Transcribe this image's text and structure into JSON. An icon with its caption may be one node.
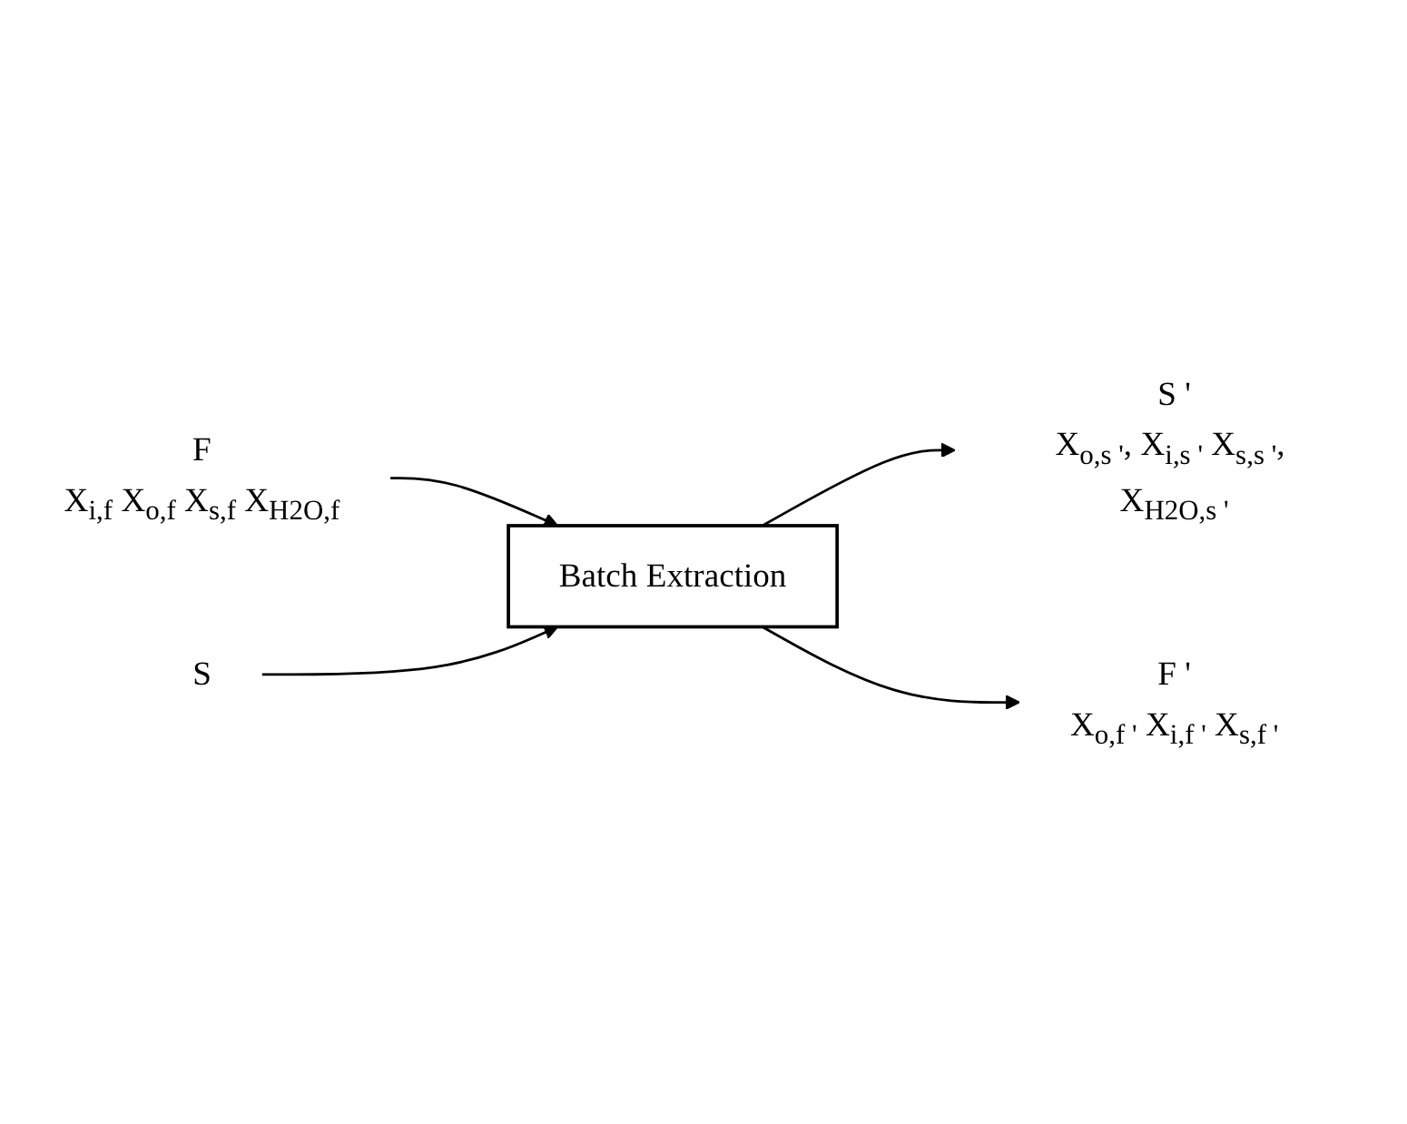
{
  "diagram": {
    "nodes": [
      {
        "text": [
          "F",
          "X$_{i,f}$ X$_{o,f}$ X$_{s,f}$ X$_{H2O,f}$"
        ]
      },
      {
        "text": [
          "S"
        ]
      },
      {
        "text": [
          "Batch Extraction"
        ]
      },
      {
        "text": [
          "S '",
          "X$_{o,s '}$, X$_{i,s '}$ X$_{s,s '}$, X$_{H2O,s '}$"
        ]
      },
      {
        "text": [
          "F '",
          "X$_{o,f '}$ X$_{i,f '}$ X$_{s,f '}$"
        ]
      }
    ],
    "edges": [
      {
        "from": 0,
        "to": 2,
        "arrow": "to"
      },
      {
        "from": 1,
        "to": 2,
        "arrow": "to"
      },
      {
        "from": 2,
        "to": 3,
        "arrow": "to"
      },
      {
        "from": 2,
        "to": 4,
        "arrow": "to"
      }
    ]
  }
}
